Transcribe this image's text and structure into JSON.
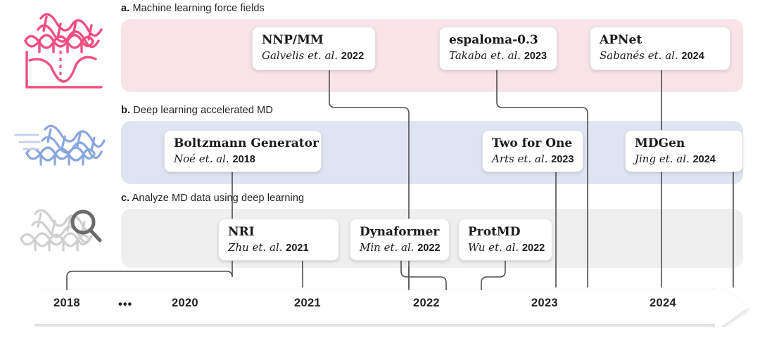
{
  "figure": {
    "sections": [
      {
        "letter": "a.",
        "label": "Machine learning force fields",
        "band_color": "#f8e3e8",
        "icon": "dna-energy-plot-icon",
        "icon_color": "#ef4f7f"
      },
      {
        "letter": "b.",
        "label": "Deep learning accelerated MD",
        "band_color": "#dee4f2",
        "icon": "dna-motion-icon",
        "icon_color": "#7f9bd8"
      },
      {
        "letter": "c.",
        "label": "Analyze MD data using deep learning",
        "band_color": "#efefef",
        "icon": "dna-magnifier-icon",
        "icon_color": "#c9c9c9"
      }
    ],
    "cards": [
      {
        "row": "a",
        "title": "NNP/MM",
        "authors": "Galvelis et. al.",
        "year": "2022"
      },
      {
        "row": "a",
        "title": "espaloma-0.3",
        "authors": "Takaba et. al.",
        "year": "2023"
      },
      {
        "row": "a",
        "title": "APNet",
        "authors": "Sabanés et. al.",
        "year": "2024"
      },
      {
        "row": "b",
        "title": "Boltzmann Generator",
        "authors": "Noé et. al.",
        "year": "2018"
      },
      {
        "row": "b",
        "title": "Two for One",
        "authors": "Arts et. al.",
        "year": "2023"
      },
      {
        "row": "b",
        "title": "MDGen",
        "authors": "Jing et. al.",
        "year": "2024"
      },
      {
        "row": "c",
        "title": "NRI",
        "authors": "Zhu et. al.",
        "year": "2021"
      },
      {
        "row": "c",
        "title": "Dynaformer",
        "authors": "Min et. al.",
        "year": "2022"
      },
      {
        "row": "c",
        "title": "ProtMD",
        "authors": "Wu et. al.",
        "year": "2022"
      }
    ],
    "axis": {
      "ticks": [
        "2018",
        "2020",
        "2021",
        "2022",
        "2023",
        "2024"
      ],
      "ellipsis": "•••",
      "arrow_direction": "right",
      "line_color": "#4d4d4d",
      "axis_fill": "#ffffff"
    }
  }
}
